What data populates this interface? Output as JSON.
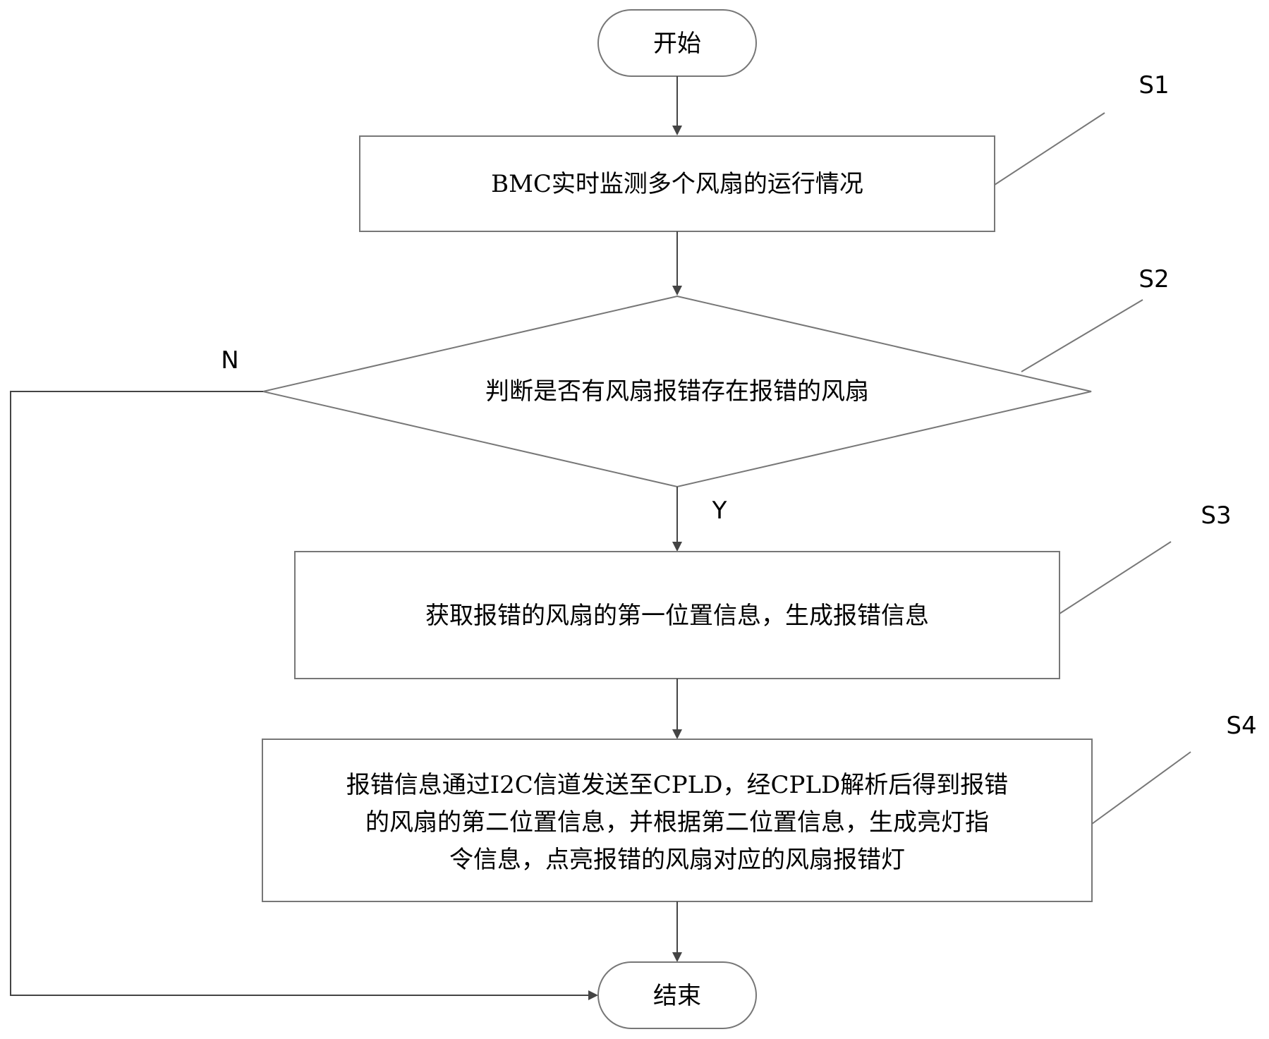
{
  "start": {
    "text": "开始"
  },
  "end": {
    "text": "结束"
  },
  "steps": [
    {
      "id": "S1",
      "label": "S1",
      "text": [
        "BMC实时监测多个风扇的运行情况"
      ]
    },
    {
      "id": "S2",
      "label": "S2",
      "text": [
        "判断是否有风扇报错存在报错的风扇"
      ]
    },
    {
      "id": "S3",
      "label": "S3",
      "text": [
        "获取报错的风扇的第一位置信息，生成报错信息"
      ]
    },
    {
      "id": "S4",
      "label": "S4",
      "text": [
        "报错信息通过I2C信道发送至CPLD，经CPLD解析后得到报错",
        "的风扇的第二位置信息，并根据第二位置信息，生成亮灯指",
        "令信息，点亮报错的风扇对应的风扇报错灯"
      ]
    }
  ],
  "branches": {
    "yes": "Y",
    "no": "N"
  }
}
